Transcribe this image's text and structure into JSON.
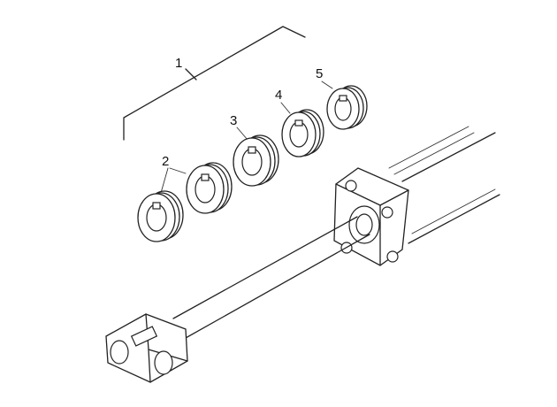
{
  "figure": {
    "callouts": {
      "kit": "1",
      "seal_2": "2",
      "seal_3": "3",
      "seal_4": "4",
      "seal_5": "5"
    },
    "colors": {
      "ink": "#222222",
      "paper": "#ffffff"
    }
  }
}
